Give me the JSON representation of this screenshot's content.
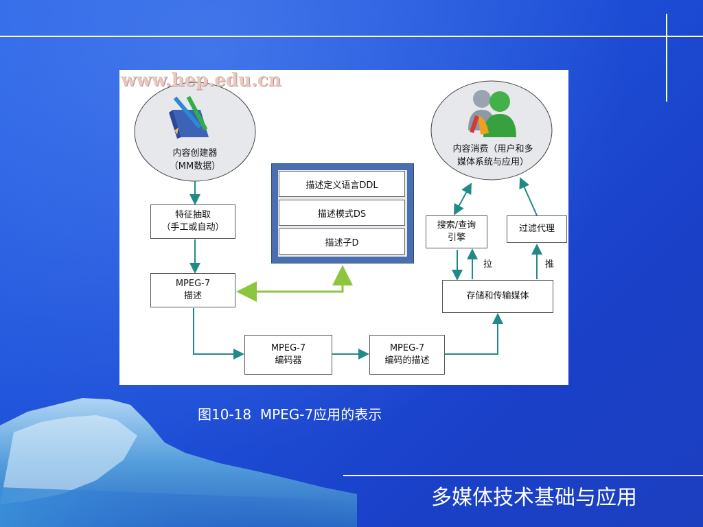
{
  "slide": {
    "caption": "图10-18  MPEG-7应用的表示",
    "footer_title": "多媒体技术基础与应用"
  },
  "figure": {
    "watermark": "www.hep.edu.cn",
    "creator": {
      "line1": "内容创建器",
      "line2": "（MM数据）"
    },
    "consumer": {
      "line1": "内容消费（用户和多",
      "line2": "媒体系统与应用）"
    },
    "feature_extraction": {
      "line1": "特征抽取",
      "line2": "（手工或自动）"
    },
    "mpeg7_description": {
      "line1": "MPEG-7",
      "line2": "描述"
    },
    "encoder": {
      "line1": "MPEG-7",
      "line2": "编码器"
    },
    "encoded_description": {
      "line1": "MPEG-7",
      "line2": "编码的描述"
    },
    "storage": {
      "label": "存储和传输媒体"
    },
    "search_engine": {
      "line1": "搜索/查询",
      "line2": "引擎"
    },
    "filter_agent": {
      "label": "过滤代理"
    },
    "pull_label": "拉",
    "push_label": "推",
    "standard_stack": {
      "ddl": "描述定义语言DDL",
      "ds": "描述模式DS",
      "d": "描述子D"
    }
  },
  "colors": {
    "arrow_teal": "#1f8a86",
    "arrow_green": "#8cc63e",
    "stack_blue": "#4a6fb0"
  }
}
